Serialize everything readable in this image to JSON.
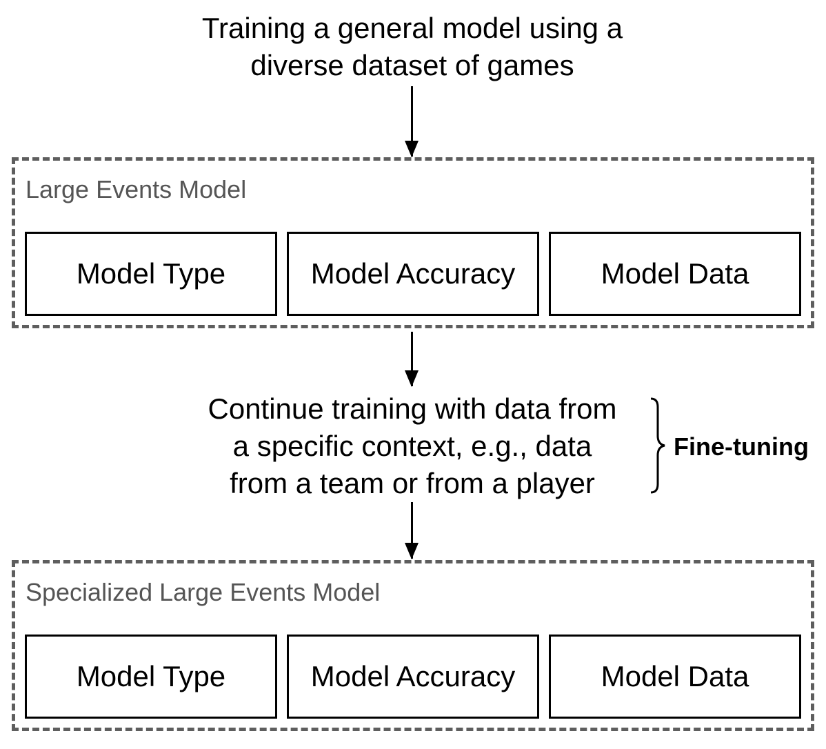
{
  "top_label": {
    "line1": "Training a general model using a",
    "line2": "diverse dataset of games"
  },
  "group1": {
    "title": "Large Events Model",
    "boxes": [
      "Model Type",
      "Model Accuracy",
      "Model Data"
    ]
  },
  "middle_label": {
    "line1": "Continue training with data from",
    "line2": "a specific context, e.g., data",
    "line3": "from a team or from a player"
  },
  "fine_tuning_label": "Fine-tuning",
  "group2": {
    "title": "Specialized Large Events Model",
    "boxes": [
      "Model Type",
      "Model Accuracy",
      "Model Data"
    ]
  }
}
